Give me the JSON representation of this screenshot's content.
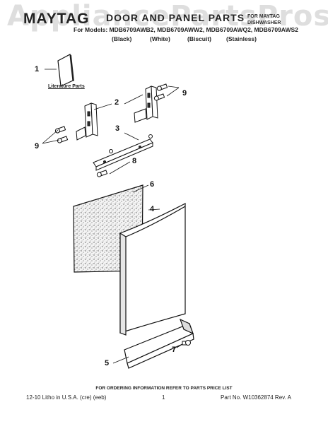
{
  "header": {
    "watermark": "AppliancePartsPros.com",
    "brand": "MAYTAG",
    "title": "DOOR AND PANEL PARTS",
    "type_line1": "FOR MAYTAG",
    "type_line2": "DISHWASHER",
    "models": "For Models: MDB6709AWB2, MDB6709AWW2, MDB6709AWQ2, MDB6709AWS2",
    "colors": [
      "(Black)",
      "(White)",
      "(Biscuit)",
      "(Stainless)"
    ]
  },
  "diagram": {
    "literature_label": "Literature Parts",
    "callouts": [
      "1",
      "2",
      "9",
      "3",
      "9",
      "8",
      "6",
      "4",
      "5",
      "7"
    ]
  },
  "footer": {
    "order_note": "FOR ORDERING INFORMATION REFER TO PARTS PRICE LIST",
    "left": "12-10 Litho in U.S.A. (cre) (eeb)",
    "center": "1",
    "right": "Part No. W10362874 Rev. A"
  }
}
